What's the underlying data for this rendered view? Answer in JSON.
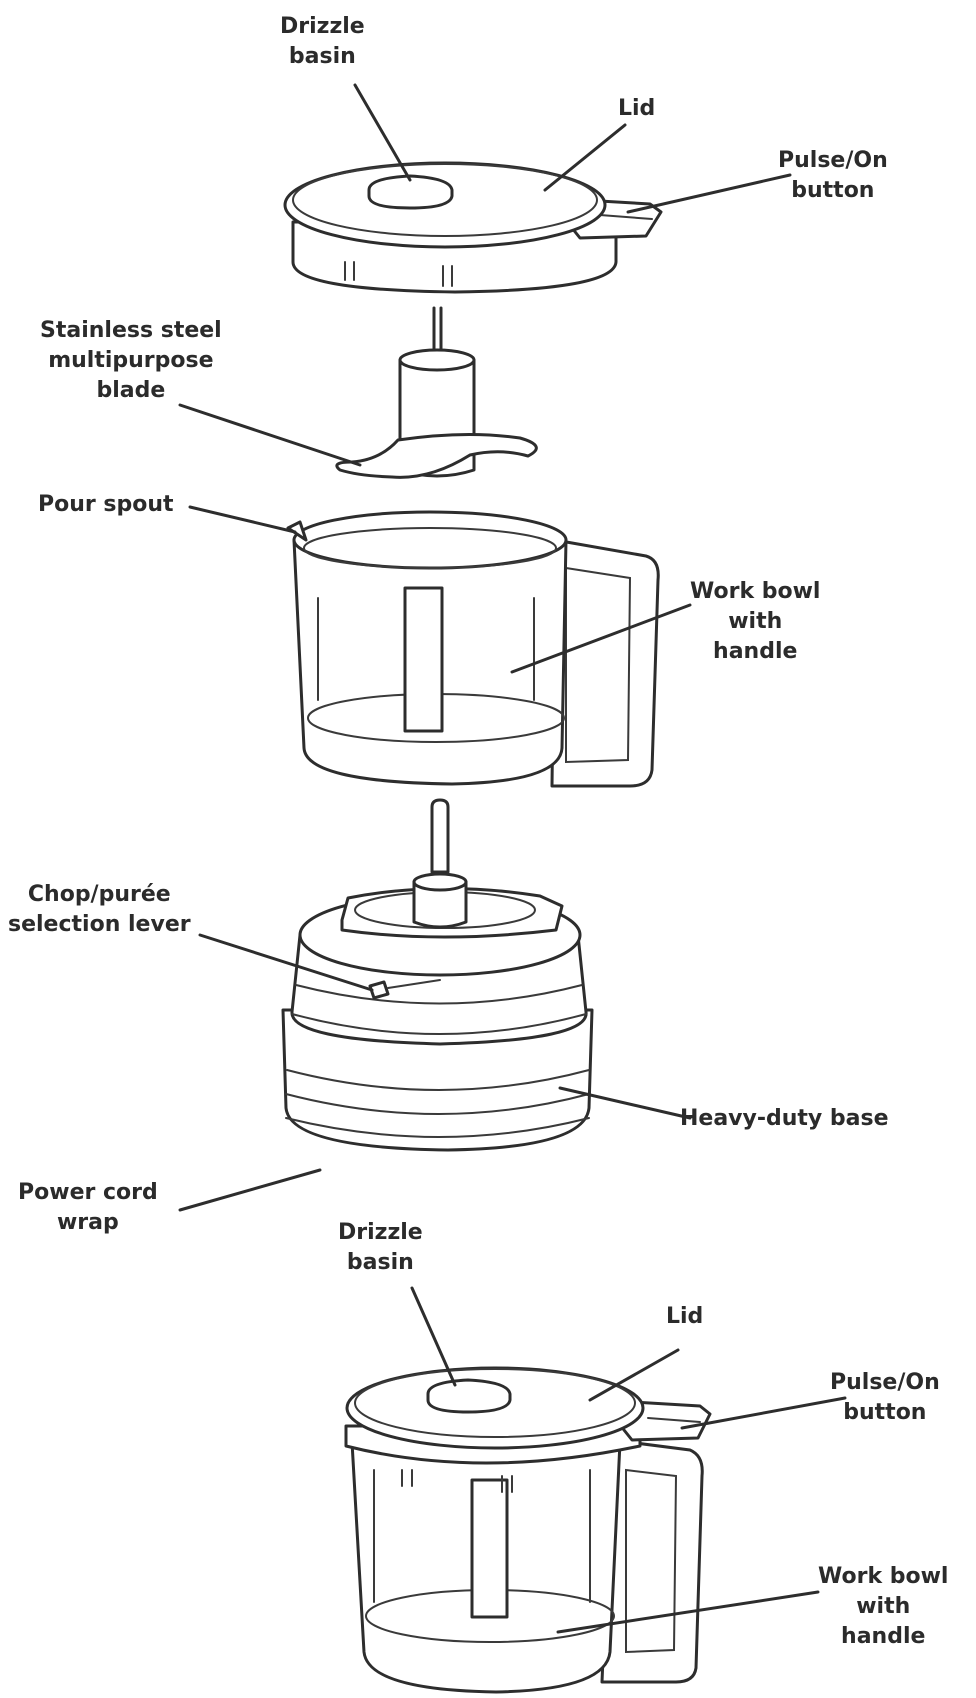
{
  "labels": {
    "drizzle_basin_top": [
      "Drizzle",
      "basin"
    ],
    "lid_top": [
      "Lid"
    ],
    "pulse_on_top": [
      "Pulse/On",
      "button"
    ],
    "blade": [
      "Stainless steel",
      "multipurpose",
      "blade"
    ],
    "pour_spout": [
      "Pour spout"
    ],
    "work_bowl_top": [
      "Work bowl",
      "with",
      "handle"
    ],
    "chop_puree_lever": [
      "Chop/purée",
      "selection lever"
    ],
    "heavy_duty_base": [
      "Heavy-duty base"
    ],
    "power_cord_wrap": [
      "Power cord",
      "wrap"
    ],
    "drizzle_basin_bottom": [
      "Drizzle",
      "basin"
    ],
    "lid_bottom": [
      "Lid"
    ],
    "pulse_on_bottom": [
      "Pulse/On",
      "button"
    ],
    "work_bowl_bottom": [
      "Work bowl",
      "with",
      "handle"
    ]
  }
}
